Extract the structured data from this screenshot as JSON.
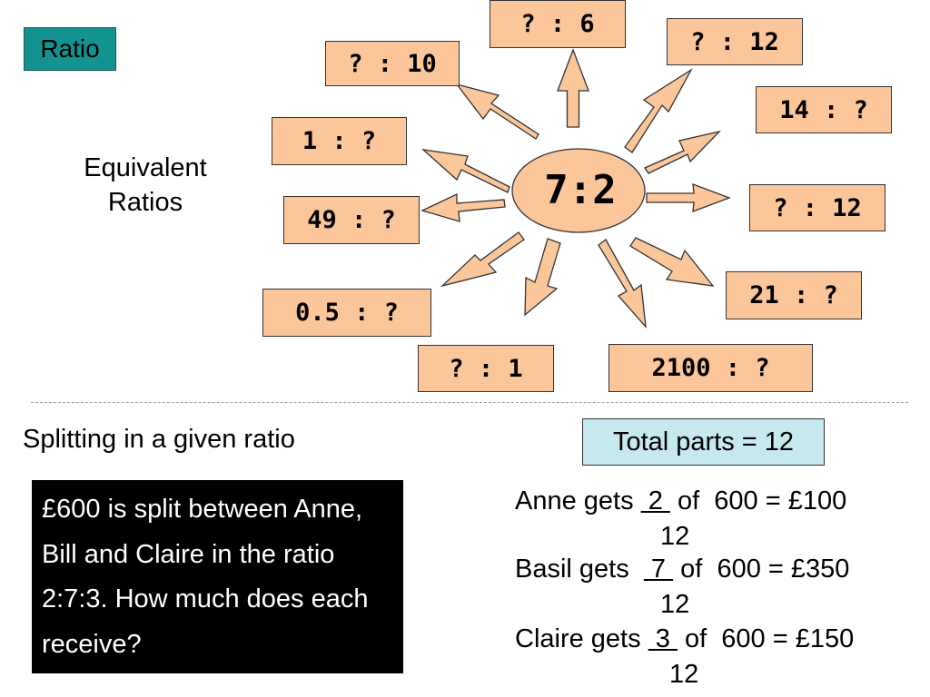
{
  "tag": "Ratio",
  "equivalent_heading": [
    "Equivalent",
    "Ratios"
  ],
  "center_ratio": "7:2",
  "prompts": [
    "? : 6",
    "? : 12",
    "? : 10",
    "14 : ?",
    "1 : ?",
    "? : 12",
    "49 : ?",
    "21 : ?",
    "0.5 : ?",
    "? : 1",
    "2100 : ?"
  ],
  "splitting": {
    "heading": "Splitting in a given ratio",
    "question": "£600 is split between Anne, Bill and Claire in the ratio 2:7:3. How much does each receive?",
    "total_parts": "Total parts = 12",
    "lines": [
      {
        "prefix": "Anne gets ",
        "numerator": " 2 ",
        "suffix": " of  600 = £100",
        "denominator": "12"
      },
      {
        "prefix": "Basil gets  ",
        "numerator": " 7 ",
        "suffix": " of  600 = £350",
        "denominator": "12"
      },
      {
        "prefix": "Claire gets ",
        "numerator": " 3 ",
        "suffix": " of  600 = £150",
        "denominator": "12"
      }
    ]
  },
  "colors": {
    "box_fill": "#fbc69a",
    "tag_fill": "#12938f",
    "total_fill": "#c6e8ef",
    "question_fill": "#000000"
  }
}
